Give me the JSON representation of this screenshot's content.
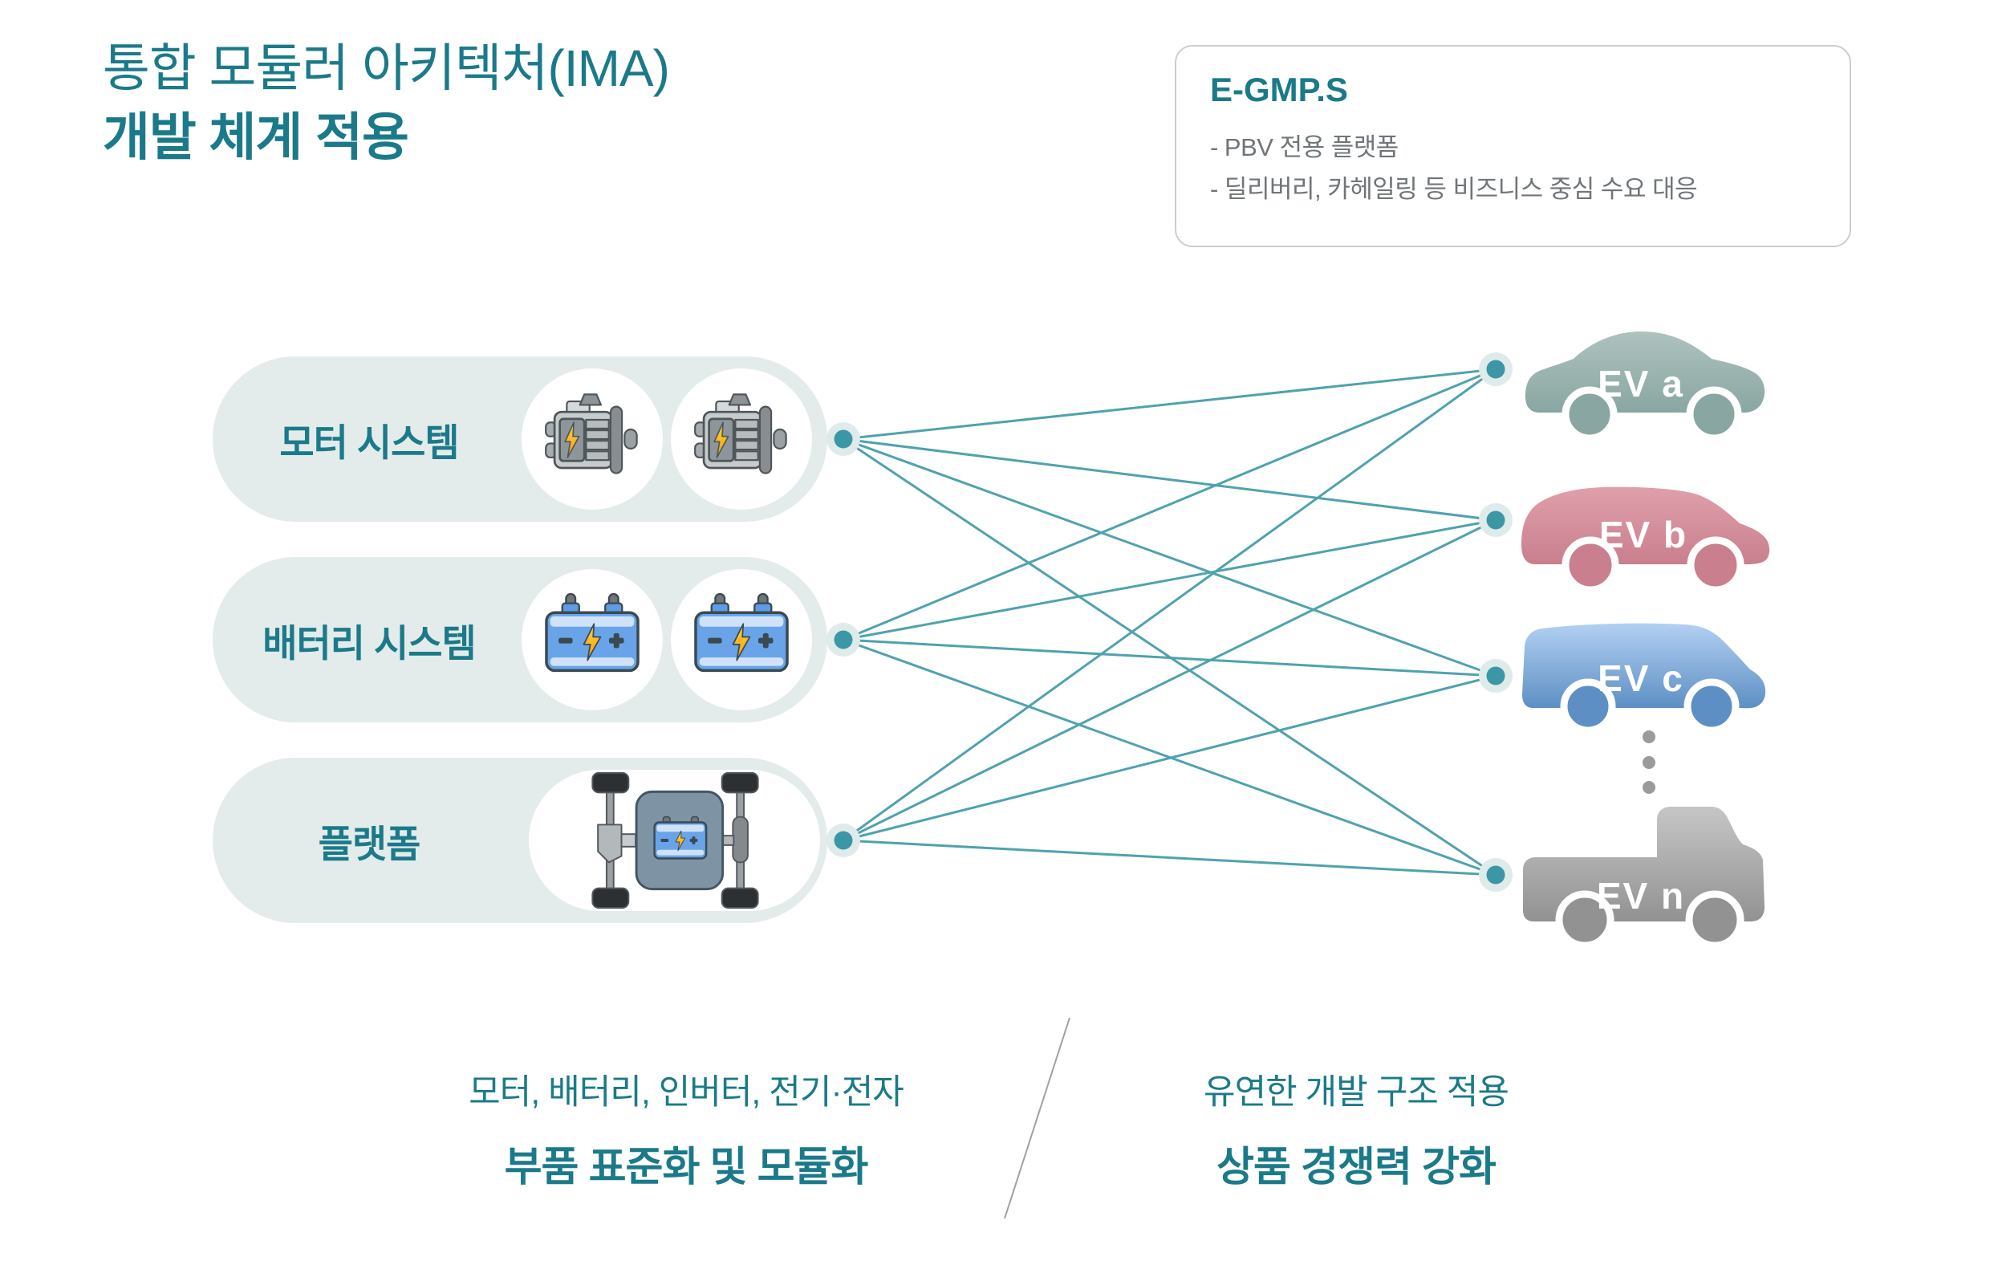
{
  "header": {
    "title_line1": "통합 모듈러 아키텍처(IMA)",
    "title_line2": "개발 체계 적용"
  },
  "info_box": {
    "title": "E-GMP.S",
    "bullets": [
      "-  PBV 전용 플랫폼",
      "-  딜리버리, 카헤일링 등 비즈니스 중심 수요 대응"
    ]
  },
  "systems": [
    {
      "label": "모터 시스템",
      "icon": "motor-icon",
      "icon_count": 2
    },
    {
      "label": "배터리 시스템",
      "icon": "battery-icon",
      "icon_count": 2
    },
    {
      "label": "플랫폼",
      "icon": "chassis-icon",
      "icon_count": 1
    }
  ],
  "vehicles": [
    {
      "label": "EV a",
      "type": "sedan",
      "color_top": "#aec2be",
      "color_bottom": "#8aa6a2"
    },
    {
      "label": "EV b",
      "type": "suv",
      "color_top": "#dfa0ab",
      "color_bottom": "#c97f8e"
    },
    {
      "label": "EV c",
      "type": "van",
      "color_top": "#b3d0f2",
      "color_bottom": "#5d8fc4"
    },
    {
      "label": "EV n",
      "type": "truck",
      "color_top": "#c6c6c6",
      "color_bottom": "#929292"
    }
  ],
  "more_indicator": "vertical-ellipsis-dots",
  "footer": {
    "left": {
      "line1": "모터, 배터리, 인버터, 전기·전자",
      "line2": "부품 표준화 및 모듈화"
    },
    "right": {
      "line1": "유연한 개발 구조 적용",
      "line2": "상품 경쟁력 강화"
    }
  },
  "colors": {
    "accent_teal": "#1b7a89",
    "network_line": "#4fa2af",
    "node_dot": "#3b97a6",
    "node_halo": "#dfeaeb",
    "pill_background": "#e4ebeb",
    "info_border": "#c8ced1",
    "bullet_text": "#6f7578",
    "ellipsis_dot": "#9b9b9b",
    "divider_line": "#9aa2a5",
    "bolt_yellow": "#ffd43b",
    "bolt_orange": "#f59e0b"
  }
}
